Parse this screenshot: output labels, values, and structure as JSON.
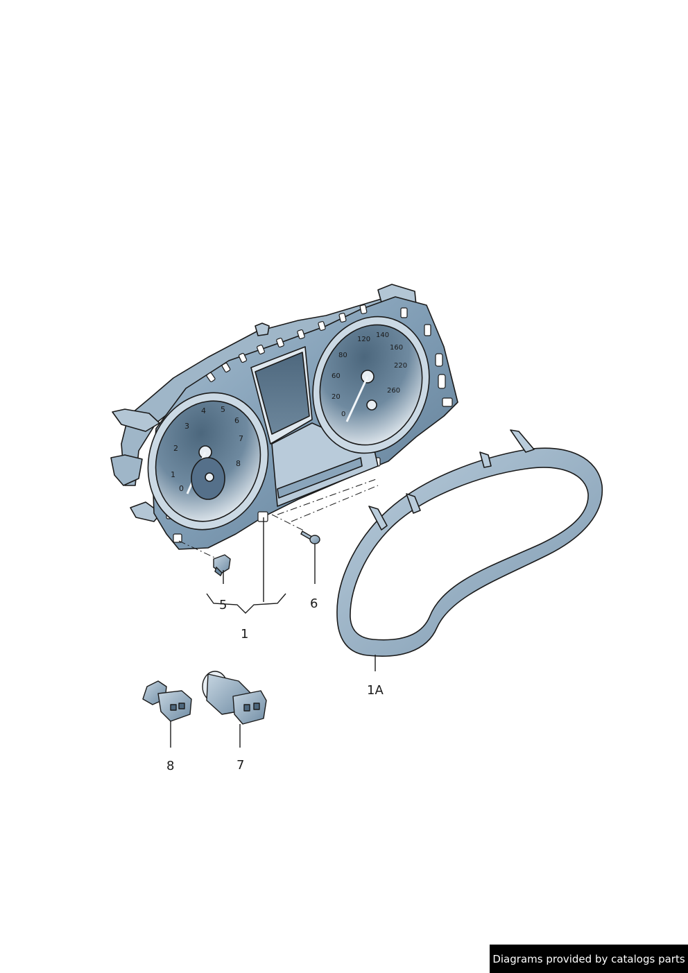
{
  "callouts": {
    "c1": "1",
    "c1A": "1A",
    "c5": "5",
    "c6": "6",
    "c7": "7",
    "c8": "8"
  },
  "credit": "Diagrams provided by catalogs parts",
  "colors": {
    "outline": "#1a1a1a",
    "body_blue": "#7a98b2",
    "dial_dark": "#3f5a70",
    "dial_light": "#f2f6f9"
  }
}
